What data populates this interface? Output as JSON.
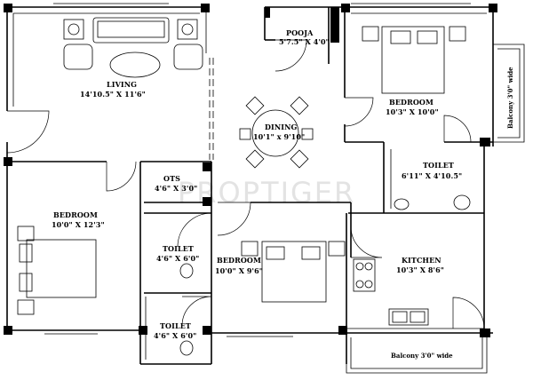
{
  "watermark": "PROPTIGER",
  "rooms": {
    "pooja": {
      "name": "POOJA",
      "size": "5'7.5\" X 4'0\""
    },
    "living": {
      "name": "LIVING",
      "size": "14'10.5\" X 11'6\""
    },
    "dining": {
      "name": "DINING",
      "size": "10'1\" x 9'10\""
    },
    "bedroom_top": {
      "name": "BEDROOM",
      "size": "10'3\" X 10'0\""
    },
    "balcony_side": {
      "name": "Balcony 3'0\" wide"
    },
    "toilet_right": {
      "name": "TOILET",
      "size": "6'11\" X 4'10.5\""
    },
    "ots": {
      "name": "OTS",
      "size": "4'6\" X 3'0\""
    },
    "bedroom_left": {
      "name": "BEDROOM",
      "size": "10'0\" X 12'3\""
    },
    "toilet_mid": {
      "name": "TOILET",
      "size": "4'6\" X 6'0\""
    },
    "bedroom_mid": {
      "name": "BEDROOM",
      "size": "10'0\" X 9'6\""
    },
    "kitchen": {
      "name": "KITCHEN",
      "size": "10'3\" X 8'6\""
    },
    "toilet_bottom": {
      "name": "TOILET",
      "size": "4'6\" X 6'0\""
    },
    "balcony_bottom": {
      "name": "Balcony 3'0\" wide"
    }
  }
}
